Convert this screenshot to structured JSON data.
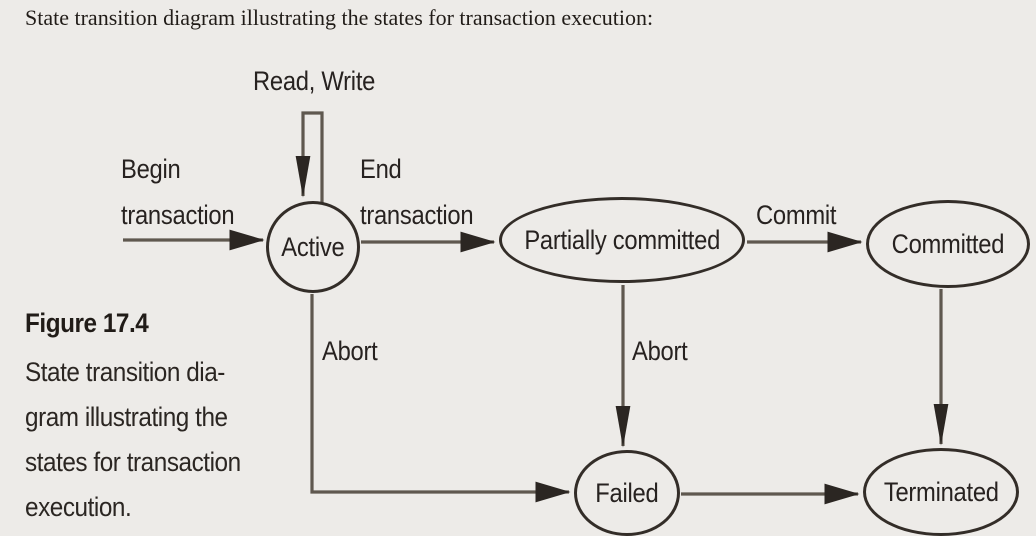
{
  "page": {
    "heading": "State transition diagram illustrating the states for transaction execution:"
  },
  "figure_caption": {
    "title": "Figure 17.4",
    "lines": [
      "State transition dia-",
      "gram illustrating the",
      "states for transaction",
      "execution."
    ]
  },
  "diagram": {
    "states": [
      {
        "id": "active",
        "label": "Active"
      },
      {
        "id": "partially-committed",
        "label": "Partially committed"
      },
      {
        "id": "committed",
        "label": "Committed"
      },
      {
        "id": "failed",
        "label": "Failed"
      },
      {
        "id": "terminated",
        "label": "Terminated"
      }
    ],
    "edge_labels": {
      "read_write": "Read, Write",
      "begin_line1": "Begin",
      "begin_line2": "transaction",
      "end_line1": "End",
      "end_line2": "transaction",
      "commit": "Commit",
      "abort_from_active": "Abort",
      "abort_from_partially_committed": "Abort"
    },
    "transitions": [
      {
        "from": "(start)",
        "to": "active",
        "label": "Begin transaction"
      },
      {
        "from": "active",
        "to": "active",
        "label": "Read, Write"
      },
      {
        "from": "active",
        "to": "partially-committed",
        "label": "End transaction"
      },
      {
        "from": "partially-committed",
        "to": "committed",
        "label": "Commit"
      },
      {
        "from": "partially-committed",
        "to": "failed",
        "label": "Abort"
      },
      {
        "from": "active",
        "to": "failed",
        "label": "Abort"
      },
      {
        "from": "committed",
        "to": "terminated",
        "label": ""
      },
      {
        "from": "failed",
        "to": "terminated",
        "label": ""
      }
    ],
    "colors": {
      "background": "#edebe8",
      "ink": "#272220",
      "line": "#5f584f",
      "arrowhead": "#2b2622",
      "state_border": "#332d28"
    }
  }
}
